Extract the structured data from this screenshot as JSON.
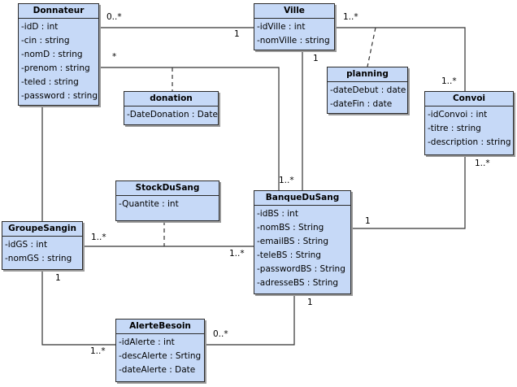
{
  "classes": {
    "donnateur": {
      "name": "Donnateur",
      "attrs": [
        "-idD : int",
        "-cin : string",
        "-nomD : string",
        "-prenom : string",
        "-teled : string",
        "-password : string"
      ]
    },
    "ville": {
      "name": "Ville",
      "attrs": [
        "-idVille : int",
        "-nomVille : string"
      ]
    },
    "planning": {
      "name": "planning",
      "attrs": [
        "-dateDebut : date",
        "-dateFin : date"
      ]
    },
    "convoi": {
      "name": "Convoi",
      "attrs": [
        "-idConvoi : int",
        "-titre : string",
        "-description : string"
      ]
    },
    "donation": {
      "name": "donation",
      "attrs": [
        "-DateDonation : Date"
      ]
    },
    "stock": {
      "name": "StockDuSang",
      "attrs": [
        "-Quantite : int"
      ]
    },
    "banque": {
      "name": "BanqueDuSang",
      "attrs": [
        "-idBS : int",
        "-nomBS : String",
        "-emailBS : String",
        "-teleBS : String",
        "-passwordBS : String",
        "-adresseBS : String"
      ]
    },
    "groupe": {
      "name": "GroupeSangin",
      "attrs": [
        "-idGS : int",
        "-nomGS : string"
      ]
    },
    "alerte": {
      "name": "AlerteBesoin",
      "attrs": [
        "-idAlerte : int",
        "-descAlerte : Srting",
        "-dateAlerte : Date"
      ]
    }
  },
  "multiplicities": {
    "don_ville_src": "0..*",
    "don_ville_dst": "1",
    "ville_convoi_src": "1..*",
    "ville_convoi_dst": "1..*",
    "don_banque_src": "*",
    "ville_banque_src": "1",
    "ville_banque_dst": "1..*",
    "convoi_banque_src": "1..*",
    "convoi_banque_dst": "1",
    "groupe_banque_src": "1..*",
    "groupe_banque_dst": "1..*",
    "groupe_alerte_src": "1",
    "groupe_alerte_dst": "1..*",
    "banque_alerte_src": "1",
    "banque_alerte_dst": "0..*"
  }
}
